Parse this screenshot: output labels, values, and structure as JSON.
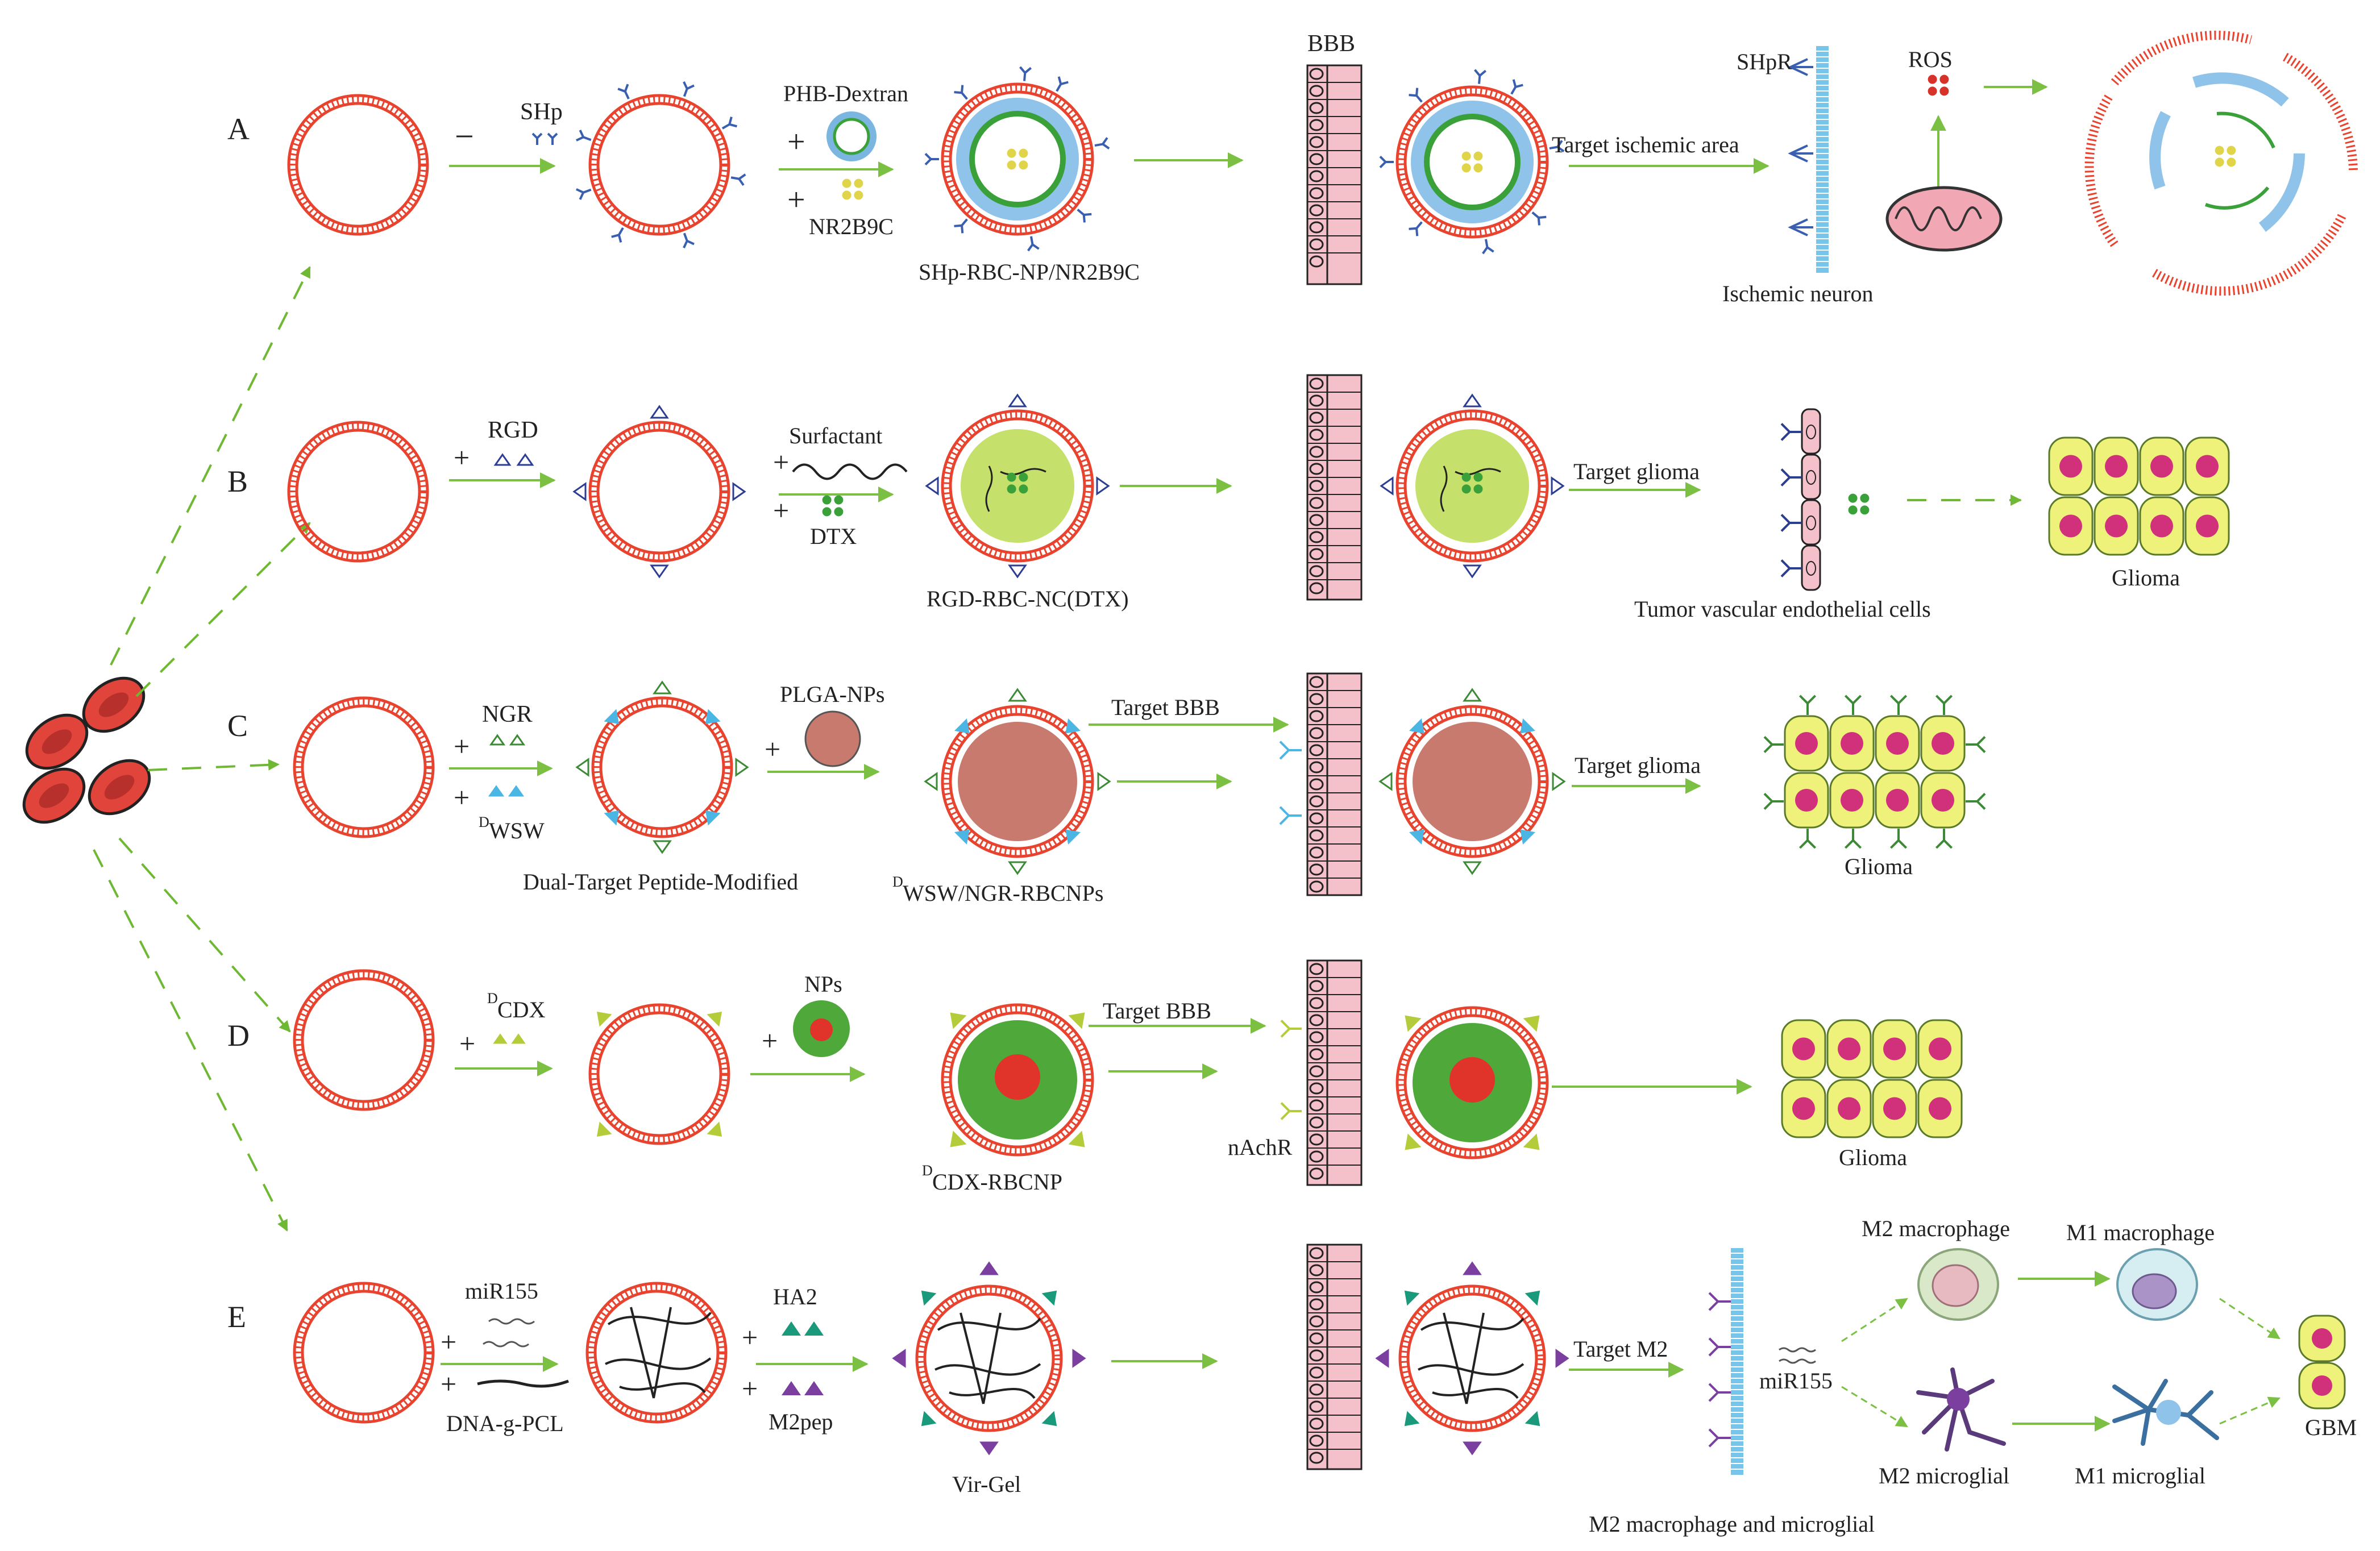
{
  "colors": {
    "membrane": "#e8432f",
    "arrow": "#7cc043",
    "dash_arrow": "#6fb833",
    "rgd": "#2c3e93",
    "ngr": "#3c8a36",
    "wsw": "#4bb6e3",
    "cdx": "#b5cc3a",
    "ha2": "#1a9a7a",
    "m2pep": "#7b3fa0",
    "bbb_cell": "#f4c0ca",
    "neuron": "#77c5ea",
    "glioma_cell": "#eef27a",
    "nucleus": "#d1317a",
    "rbc": "#e0443a"
  },
  "rows": [
    {
      "letter": "A"
    },
    {
      "letter": "B"
    },
    {
      "letter": "C"
    },
    {
      "letter": "D"
    },
    {
      "letter": "E"
    }
  ],
  "labels": {
    "bbb": "BBB",
    "plus": "+",
    "a_shp": "SHp",
    "a_phb": "PHB-Dextran",
    "a_nr2b9c": "NR2B9C",
    "a_product": "SHp-RBC-NP/NR2B9C",
    "a_target": "Target ischemic area",
    "a_shpr": "SHpR",
    "a_ros": "ROS",
    "a_neuron": "Ischemic neuron",
    "b_rgd": "RGD",
    "b_surfactant": "Surfactant",
    "b_dtx": "DTX",
    "b_product": "RGD-RBC-NC(DTX)",
    "b_target": "Target glioma",
    "b_endothelial": "Tumor vascular endothelial cells",
    "b_glioma": "Glioma",
    "c_ngr": "NGR",
    "c_wsw_sup": "D",
    "c_wsw": "WSW",
    "c_plga": "PLGA-NPs",
    "c_dual": "Dual-Target Peptide-Modified",
    "c_product_sup": "D",
    "c_product": "WSW/NGR-RBCNPs",
    "c_target_bbb": "Target BBB",
    "c_target": "Target glioma",
    "c_glioma": "Glioma",
    "d_cdx_sup": "D",
    "d_cdx": "CDX",
    "d_nps": "NPs",
    "d_target_bbb": "Target BBB",
    "d_nachr": "nAchR",
    "d_product_sup": "D",
    "d_product": "CDX-RBCNP",
    "d_glioma": "Glioma",
    "e_mir155": "miR155",
    "e_dna": "DNA-g-PCL",
    "e_ha2": "HA2",
    "e_m2pep": "M2pep",
    "e_product": "Vir-Gel",
    "e_target": "Target M2",
    "e_mir155_b": "miR155",
    "e_m2mac": "M2 macrophage",
    "e_m1mac": "M1 macrophage",
    "e_m2mic": "M2 microglial",
    "e_m1mic": "M1 microglial",
    "e_gbm": "GBM",
    "e_caption": "M2 macrophage and microglial"
  }
}
